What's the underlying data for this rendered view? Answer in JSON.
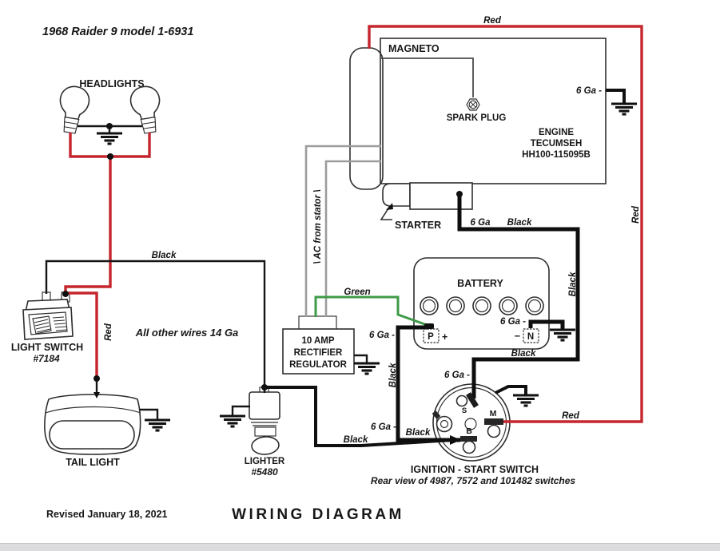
{
  "title": "1968 Raider 9 model 1-6931",
  "colors": {
    "red": "#c5262d",
    "green": "#3f9b48",
    "gray": "#9c9c9c",
    "black": "#101010",
    "track": "#dcdcde"
  },
  "labels": {
    "red": "Red",
    "black": "Black",
    "green": "Green",
    "ga6": "6 Ga",
    "ga6dash": "6 Ga -",
    "ac_stator": "\\ AC from stator \\",
    "all_other": "All other wires 14 Ga"
  },
  "components": {
    "headlights": "HEADLIGHTS",
    "magneto": "MAGNETO",
    "spark_plug": "SPARK PLUG",
    "engine_l1": "ENGINE",
    "engine_l2": "TECUMSEH",
    "engine_l3": "HH100-115095B",
    "starter": "STARTER",
    "battery": "BATTERY",
    "battery_pos": "P",
    "battery_pos_sign": "+",
    "battery_neg": "N",
    "battery_neg_sign": "−",
    "rectifier_l1": "10 AMP",
    "rectifier_l2": "RECTIFIER",
    "rectifier_l3": "REGULATOR",
    "light_switch_l1": "LIGHT SWITCH",
    "light_switch_l2": "#7184",
    "tail_light": "TAIL LIGHT",
    "lighter_l1": "LIGHTER",
    "lighter_l2": "#5480",
    "ignition_l1": "IGNITION - START SWITCH",
    "ignition_l2": "Rear view of 4987, 7572 and 101482 switches",
    "term_s": "S",
    "term_m": "M",
    "term_b": "B"
  },
  "footer": {
    "revised": "Revised January 18, 2021",
    "caption": "WIRING  DIAGRAM"
  }
}
